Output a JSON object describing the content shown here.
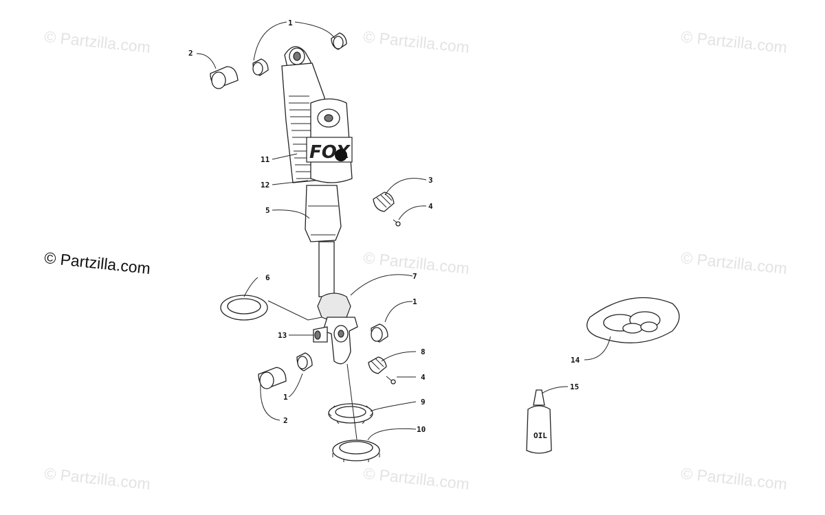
{
  "watermarks": [
    "© Partzilla.com",
    "© Partzilla.com",
    "© Partzilla.com",
    "© Partzilla.com",
    "© Partzilla.com",
    "© Partzilla.com",
    "© Partzilla.com",
    "© Partzilla.com"
  ],
  "main_watermark": "© Partzilla.com",
  "callouts": [
    "1",
    "2",
    "11",
    "12",
    "5",
    "3",
    "4",
    "6",
    "7",
    "1",
    "13",
    "8",
    "4",
    "1",
    "2",
    "9",
    "10",
    "14",
    "15"
  ],
  "labels": {
    "brand_logo": "FOX",
    "bottle_label": "OIL"
  }
}
